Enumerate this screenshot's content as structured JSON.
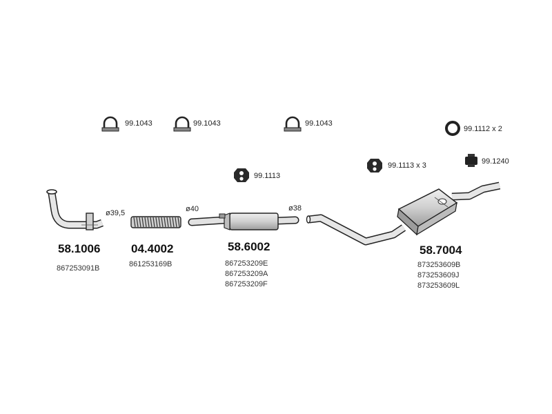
{
  "accessories": [
    {
      "code": "99.1043"
    },
    {
      "code": "99.1043"
    },
    {
      "code": "99.1043"
    },
    {
      "code": "99.1113"
    },
    {
      "code": "99.1113 x 3"
    },
    {
      "code": "99.1112 x 2"
    },
    {
      "code": "99.1240"
    }
  ],
  "diameters": [
    "ø39,5",
    "ø40",
    "ø38"
  ],
  "parts": [
    {
      "number": "58.1006",
      "oem": [
        "867253091B"
      ]
    },
    {
      "number": "04.4002",
      "oem": [
        "861253169B"
      ]
    },
    {
      "number": "58.6002",
      "oem": [
        "867253209E",
        "867253209A",
        "867253209F"
      ]
    },
    {
      "number": "58.7004",
      "oem": [
        "873253609B",
        "873253609J",
        "873253609L"
      ]
    }
  ],
  "colors": {
    "ink": "#222222",
    "part_fill": "#d9d9d9",
    "part_shade": "#b5b5b5"
  }
}
